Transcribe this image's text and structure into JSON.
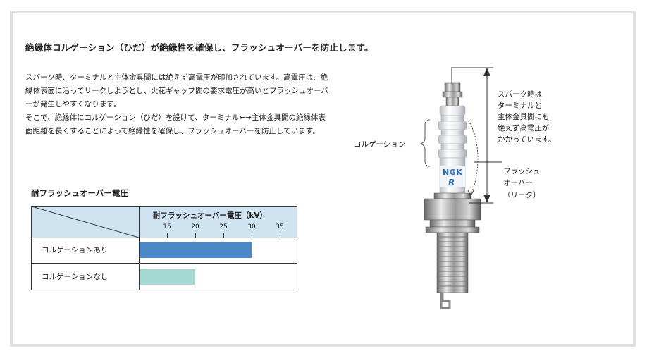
{
  "title": "絶縁体コルゲーション（ひだ）が絶縁性を確保し、フラッシュオーバーを防止します。",
  "body": [
    "スパーク時、ターミナルと主体金具間には絶えず高電圧が印加されています。高電圧は、絶縁体表面に沿ってリークしようとし、火花ギャップ間の要求電圧が高いとフラッシュオーバーが発生しやすくなります。",
    "そこで、絶縁体にコルゲーション（ひだ）を設けて、ターミナル←→主体金具間の絶縁体表面距離を長くすることによって絶縁性を確保し、フラッシュオーバーを防止しています。"
  ],
  "table_title": "耐フラッシュオーバー電圧",
  "chart_data": {
    "type": "bar",
    "header": "耐フラッシュオーバー電圧（kV）",
    "ticks": [
      15,
      20,
      25,
      30,
      35
    ],
    "xlim": [
      15,
      35
    ],
    "categories": [
      "コルゲーションあり",
      "コルゲーションなし"
    ],
    "values": [
      30,
      20
    ],
    "colors": [
      "#4a88c8",
      "#a4d8d2"
    ]
  },
  "diagram": {
    "corrugation_label": "コルゲーション",
    "spark_note": [
      "スパーク時は",
      "ターミナルと",
      "主体金具間にも",
      "絶えず高電圧が",
      "かかっています。"
    ],
    "flashover_label": [
      "フラッシュ",
      "オーバー",
      "（リーク）"
    ],
    "logo_text": "NGK",
    "logo_mark": "R"
  }
}
